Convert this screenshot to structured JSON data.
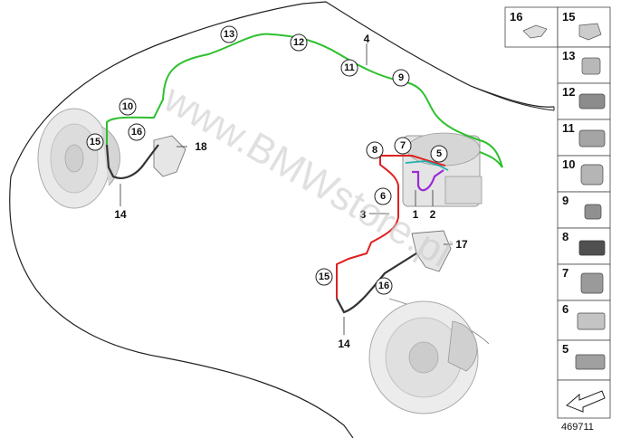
{
  "diagram": {
    "watermark": "www.BMWstore.pl",
    "reference_number": "469711",
    "colors": {
      "line_4": "#2ec02e",
      "line_3": "#e02020",
      "line_1": "#9b2bd6",
      "line_2": "#20b0b0",
      "outline": "#222222"
    },
    "callouts": {
      "c13": "13",
      "c12": "12",
      "c11": "11",
      "c9": "9",
      "c10": "10",
      "c15a": "15",
      "c16a": "16",
      "c8": "8",
      "c7": "7",
      "c5": "5",
      "c6": "6",
      "c15b": "15",
      "c16b": "16"
    },
    "labels": {
      "l4": "4",
      "l18": "18",
      "l14a": "14",
      "l3": "3",
      "l1": "1",
      "l2": "2",
      "l17": "17",
      "l14b": "14"
    },
    "parts_panel": {
      "top_row": [
        "16",
        "15"
      ],
      "column": [
        "13",
        "12",
        "11",
        "10",
        "9",
        "8",
        "7",
        "6",
        "5"
      ]
    }
  }
}
